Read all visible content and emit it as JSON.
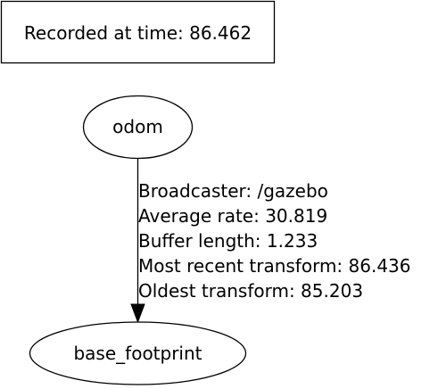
{
  "header": {
    "recorded_label": "Recorded at time: 86.462"
  },
  "nodes": {
    "parent": "odom",
    "child": "base_footprint"
  },
  "edge": {
    "lines": [
      "Broadcaster: /gazebo",
      "Average rate: 30.819",
      "Buffer length: 1.233",
      "Most recent transform: 86.436",
      "Oldest transform: 85.203"
    ]
  },
  "colors": {
    "stroke": "#000000",
    "background": "#ffffff"
  }
}
